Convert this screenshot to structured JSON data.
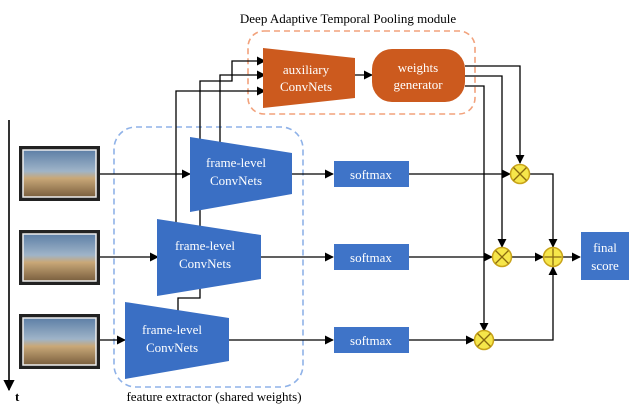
{
  "title": "Deep Adaptive Temporal Pooling module",
  "feature_extractor_label": "feature extractor (shared weights)",
  "time_axis_label": "t",
  "auxiliary_convnets": {
    "line1": "auxiliary",
    "line2": "ConvNets"
  },
  "weights_generator": {
    "line1": "weights",
    "line2": "generator"
  },
  "frame_convnets": [
    {
      "line1": "frame-level",
      "line2": "ConvNets"
    },
    {
      "line1": "frame-level",
      "line2": "ConvNets"
    },
    {
      "line1": "frame-level",
      "line2": "ConvNets"
    }
  ],
  "softmax": [
    "softmax",
    "softmax",
    "softmax"
  ],
  "final_score": {
    "line1": "final",
    "line2": "score"
  },
  "colors": {
    "convnet_blue": "#3a6fc4",
    "softmax_blue": "#3f74c8",
    "module_orange": "#cc5a1e",
    "module_dash": "#f2a27c",
    "extractor_dash": "#8fb2e8",
    "operator_yellow": "#f6e64a",
    "operator_border": "#c9a41a"
  }
}
